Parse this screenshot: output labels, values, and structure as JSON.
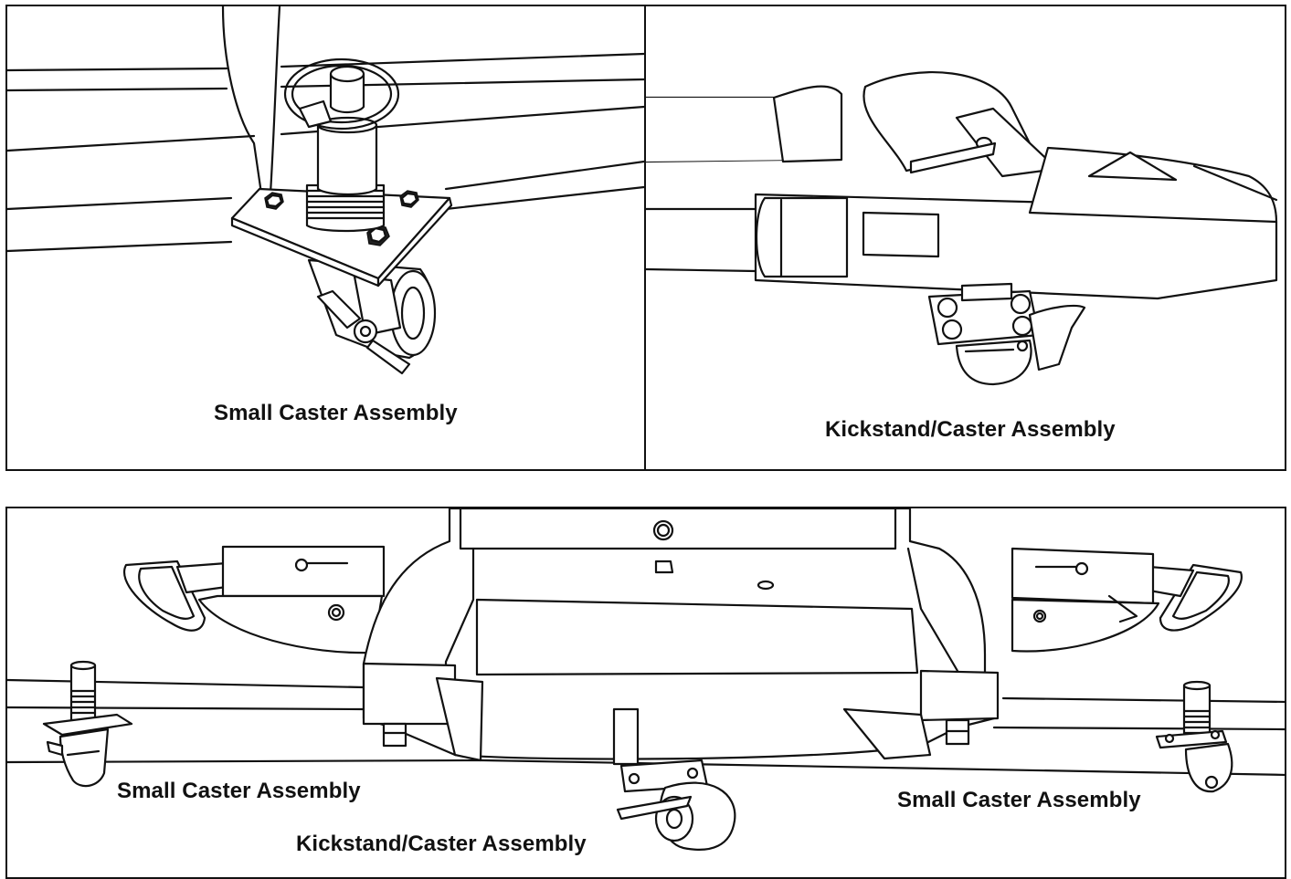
{
  "panels": {
    "small_caster_detail": {
      "label": "Small Caster Assembly"
    },
    "kickstand_caster_detail": {
      "label": "Kickstand/Caster Assembly"
    },
    "overview": {
      "label_left_small": "Small Caster Assembly",
      "label_kickstand": "Kickstand/Caster Assembly",
      "label_right_small": "Small Caster Assembly"
    }
  },
  "colors": {
    "line": "#111111",
    "background": "#ffffff"
  }
}
